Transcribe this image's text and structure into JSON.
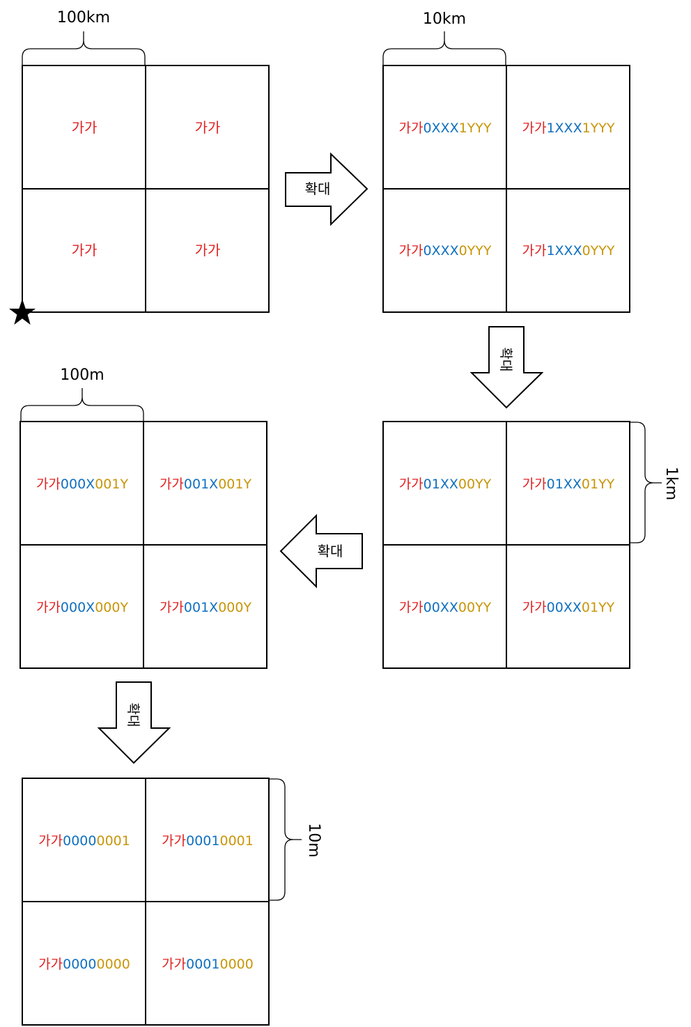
{
  "colors": {
    "red": "#e02020",
    "blue": "#1070c0",
    "gold": "#c8960a",
    "line": "#000000"
  },
  "grids": [
    {
      "scale_label": "100km",
      "cells": [
        [
          {
            "prefix": "가가",
            "x": "",
            "y": ""
          },
          {
            "prefix": "가가",
            "x": "",
            "y": ""
          }
        ],
        [
          {
            "prefix": "가가",
            "x": "",
            "y": ""
          },
          {
            "prefix": "가가",
            "x": "",
            "y": ""
          }
        ]
      ]
    },
    {
      "scale_label": "10km",
      "cells": [
        [
          {
            "prefix": "가가",
            "x": "0XXX",
            "y": "1YYY"
          },
          {
            "prefix": "가가",
            "x": "1XXX",
            "y": "1YYY"
          }
        ],
        [
          {
            "prefix": "가가",
            "x": "0XXX",
            "y": "0YYY"
          },
          {
            "prefix": "가가",
            "x": "1XXX",
            "y": "0YYY"
          }
        ]
      ]
    },
    {
      "scale_label": "1km",
      "cells": [
        [
          {
            "prefix": "가가",
            "x": "01XX",
            "y": "00YY"
          },
          {
            "prefix": "가가",
            "x": "01XX",
            "y": "01YY"
          }
        ],
        [
          {
            "prefix": "가가",
            "x": "00XX",
            "y": "00YY"
          },
          {
            "prefix": "가가",
            "x": "00XX",
            "y": "01YY"
          }
        ]
      ]
    },
    {
      "scale_label": "100m",
      "cells": [
        [
          {
            "prefix": "가가",
            "x": "000X",
            "y": "001Y"
          },
          {
            "prefix": "가가",
            "x": "001X",
            "y": "001Y"
          }
        ],
        [
          {
            "prefix": "가가",
            "x": "000X",
            "y": "000Y"
          },
          {
            "prefix": "가가",
            "x": "001X",
            "y": "000Y"
          }
        ]
      ]
    },
    {
      "scale_label": "10m",
      "cells": [
        [
          {
            "prefix": "가가",
            "x": "0000",
            "y": "0001"
          },
          {
            "prefix": "가가",
            "x": "0001",
            "y": "0001"
          }
        ],
        [
          {
            "prefix": "가가",
            "x": "0000",
            "y": "0000"
          },
          {
            "prefix": "가가",
            "x": "0001",
            "y": "0000"
          }
        ]
      ]
    }
  ],
  "arrows": [
    {
      "label": "확대"
    },
    {
      "label": "확대"
    },
    {
      "label": "확대"
    },
    {
      "label": "확대"
    }
  ],
  "origin_marker": {
    "icon": "star-icon"
  }
}
